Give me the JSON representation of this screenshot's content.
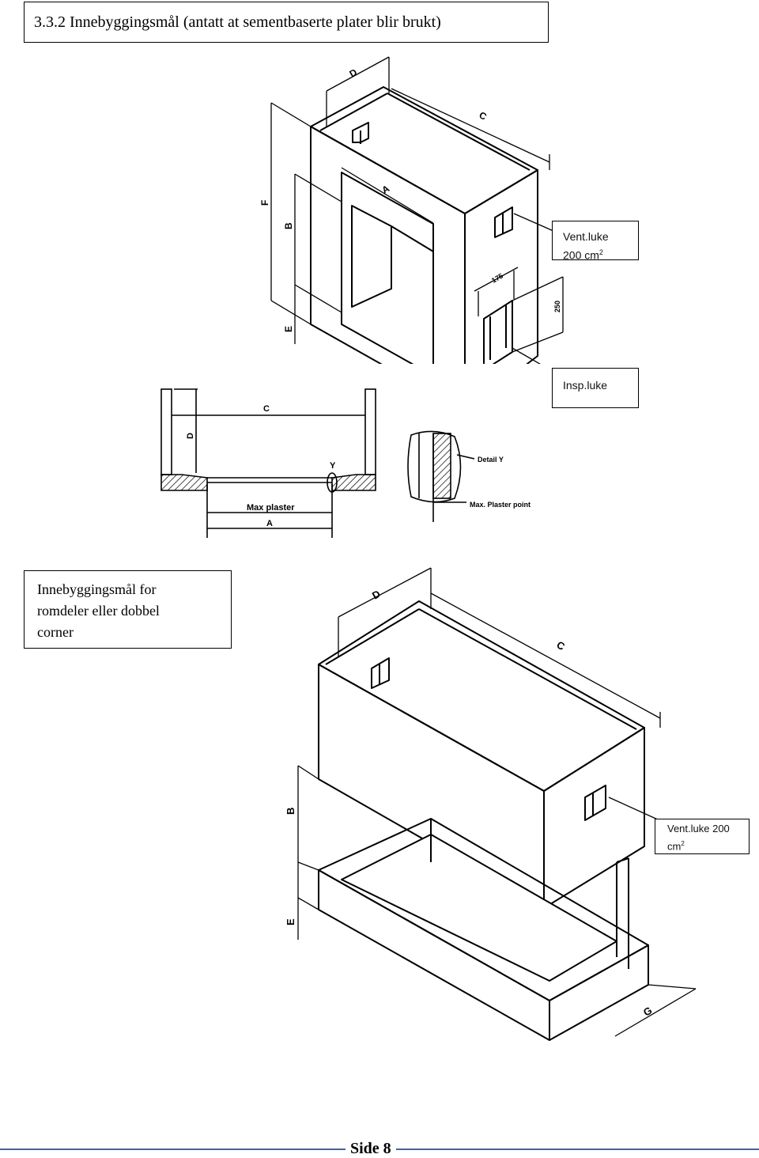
{
  "heading": "3.3.2 Innebyggingsmål (antatt at sementbaserte plater blir brukt)",
  "figure_top": {
    "dim_labels": {
      "D": "D",
      "C": "C",
      "A": "A",
      "F": "F",
      "B": "B",
      "E": "E"
    },
    "dim_175": "175",
    "dim_250": "250",
    "vent_label": "Vent.luke",
    "vent_area": "200 cm",
    "vent_sup": "2",
    "insp_label": "Insp.luke"
  },
  "figure_section": {
    "C": "C",
    "D": "D",
    "Y": "Y",
    "max_plaster": "Max plaster",
    "A": "A",
    "detail_y": "Detail Y",
    "max_plaster_point": "Max. Plaster point"
  },
  "note": {
    "line1": "Innebyggingsmål for",
    "line2": "romdeler eller dobbel",
    "line3": "corner"
  },
  "figure_bottom": {
    "dim_labels": {
      "D": "D",
      "C": "C",
      "B": "B",
      "E": "E",
      "G": "G"
    },
    "vent_label": "Vent.luke 200",
    "vent_unit": "cm",
    "vent_sup": "2"
  },
  "footer": {
    "page": "Side 8"
  },
  "colors": {
    "footer_rule": "#3c63b0",
    "hatch": "#000000"
  }
}
